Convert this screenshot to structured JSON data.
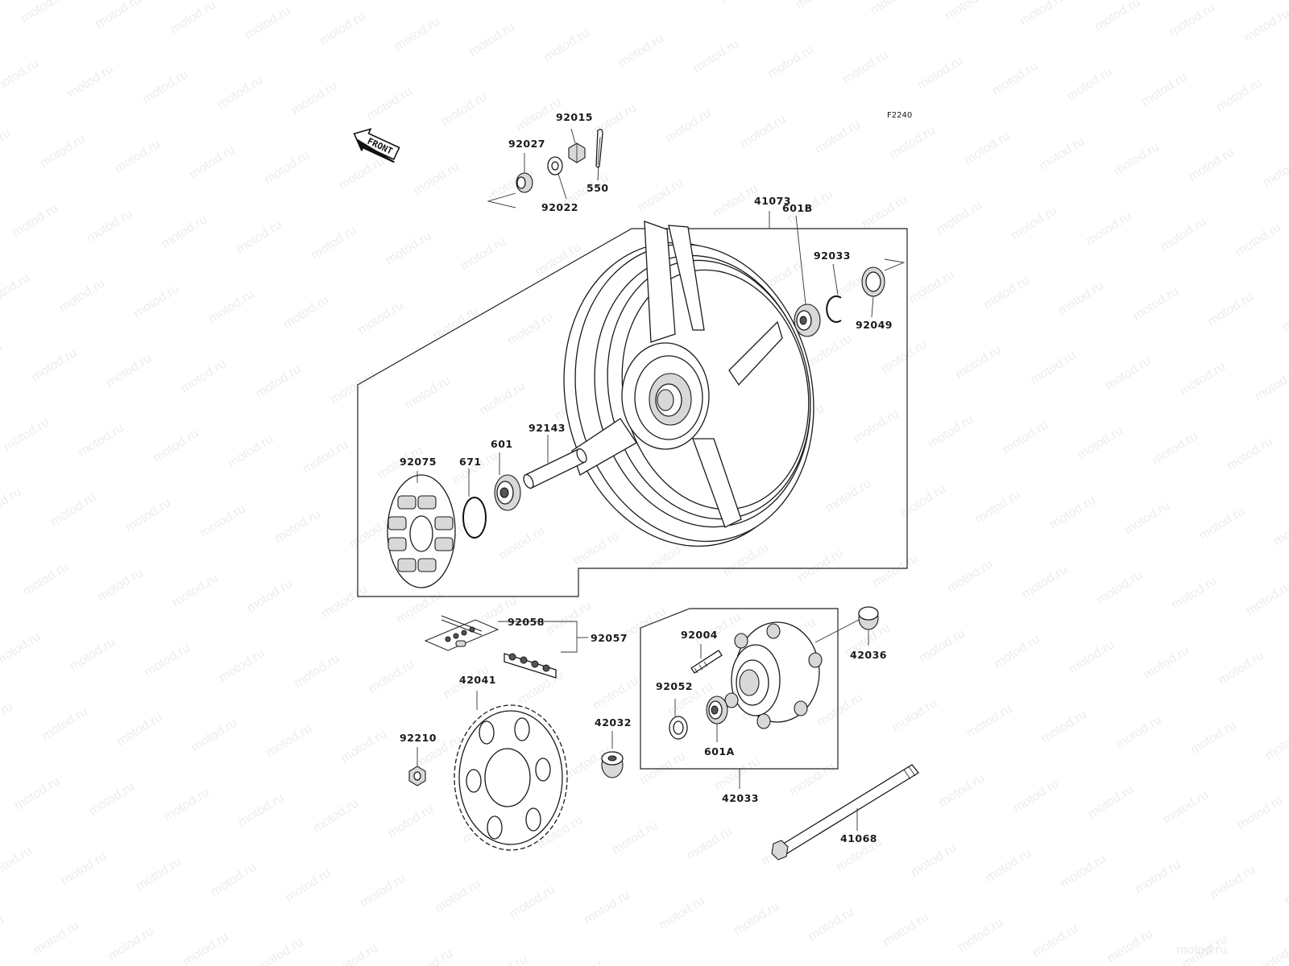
{
  "diagram_code": "F2240",
  "watermark_text": "motod.ru",
  "front_arrow_text": "FRONT",
  "parts": {
    "p92015": "92015",
    "p92027": "92027",
    "p550": "550",
    "p92022": "92022",
    "p41073": "41073",
    "p92033": "92033",
    "p601B": "601B",
    "p92049": "92049",
    "p92143": "92143",
    "p601": "601",
    "p671": "671",
    "p92075": "92075",
    "p92058": "92058",
    "p92057": "92057",
    "p42036": "42036",
    "p92004": "92004",
    "p92052": "92052",
    "p601A": "601A",
    "p42033": "42033",
    "p42041": "42041",
    "p92210": "92210",
    "p42032": "42032",
    "p41068": "41068"
  }
}
